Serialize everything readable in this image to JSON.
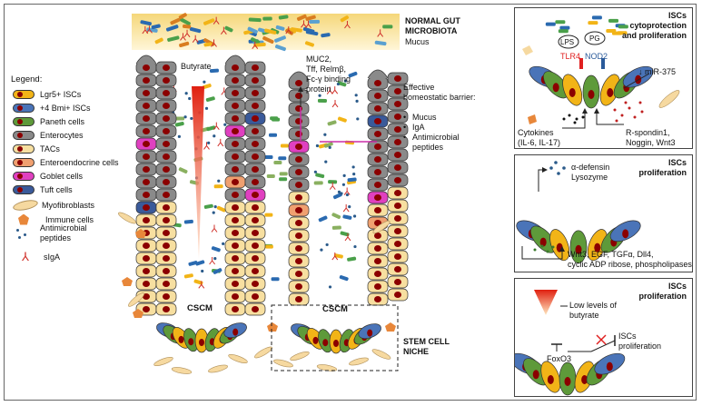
{
  "header": {
    "microbiota_title_line1": "NORMAL GUT",
    "microbiota_title_line2": "MICROBIOTA",
    "mucus_label": "Mucus"
  },
  "legend": {
    "title": "Legend:",
    "items": [
      {
        "label": "Lgr5+ ISCs",
        "color": "#f2b417"
      },
      {
        "label": "+4 Bmi+ ISCs",
        "color": "#4a74b8"
      },
      {
        "label": "Paneth cells",
        "color": "#5e9a3a"
      },
      {
        "label": "Enterocytes",
        "color": "#8a8a8a"
      },
      {
        "label": "TACs",
        "color": "#f7dfa0"
      },
      {
        "label": "Enteroendocrine cells",
        "color": "#f0a070"
      },
      {
        "label": "Goblet cells",
        "color": "#e040c0"
      },
      {
        "label": "Tuft cells",
        "color": "#3a5a9a"
      },
      {
        "label": "Myofibroblasts",
        "color": "#f6d9a0"
      },
      {
        "label": "Immune cells",
        "color": "#e8873a"
      },
      {
        "label": "Antimicrobial peptides",
        "color": "#2a5a8a"
      },
      {
        "label": "sIgA",
        "color": "#d0302a"
      }
    ]
  },
  "crypt": {
    "butyrate_label": "Butyrate",
    "cscm_left": "CSCM",
    "cscm_right": "CSCM",
    "mucin_label_lines": [
      "MUC2,",
      "Tff, Relmβ,",
      "Fc-γ binding",
      "protein"
    ],
    "barrier_title_lines": [
      "Effective",
      "homeostatic barrier:"
    ],
    "barrier_items": [
      "Mucus",
      "IgA",
      "Antimicrobial",
      "peptides"
    ],
    "niche_label_line1": "STEM CELL",
    "niche_label_line2": "NICHE"
  },
  "panel1": {
    "title_line1": "ISCs",
    "title_line2": "cytoprotection",
    "title_line3": "and proliferation",
    "lps": "LPS",
    "pg": "PG",
    "tlr4": "TLR4",
    "nod2": "NOD2",
    "mirna": "↓ miR-375",
    "cytokines_line1": "Cytokines",
    "cytokines_line2": "(IL-6, IL-17)",
    "rspondin_line1": "R-spondin1,",
    "rspondin_line2": "Noggin, Wnt3"
  },
  "panel2": {
    "title_line1": "ISCs",
    "title_line2": "proliferation",
    "defensin": "α-defensin",
    "lysozyme": "Lysozyme",
    "factors_line1": "Wnt3, EGF, TGFα, Dll4,",
    "factors_line2": "cyclic ADP ribose, phospholipases"
  },
  "panel3": {
    "title_line1": "ISCs",
    "title_line2": "proliferation",
    "low_butyrate_line1": "Low levels of",
    "low_butyrate_line2": "butyrate",
    "foxo3": "FoxO3",
    "iscs_prolif_line1": "ISCs",
    "iscs_prolif_line2": "proliferation"
  },
  "colors": {
    "lgr5": "#f2b417",
    "bmi": "#4a74b8",
    "paneth": "#5e9a3a",
    "enterocyte": "#8a8a8a",
    "tac": "#f7dfa0",
    "enteroendocrine": "#f0a070",
    "goblet": "#e040c0",
    "tuft": "#3a5a9a",
    "nucleus": "#8b0000",
    "tlr4": "#e02020",
    "nod2": "#2a5a9a"
  }
}
